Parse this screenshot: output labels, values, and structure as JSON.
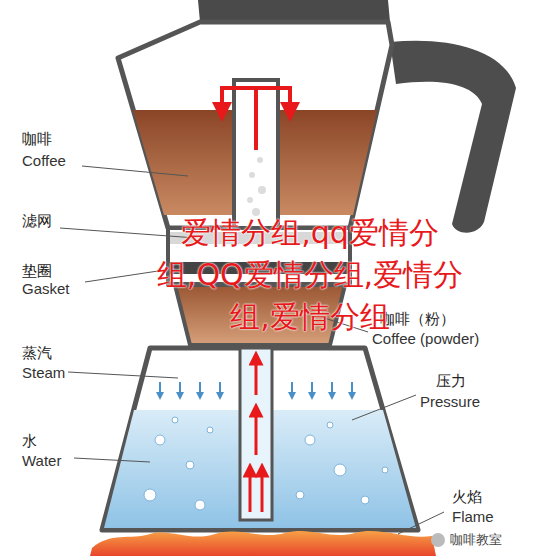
{
  "diagram": {
    "labels": [
      "咖啡",
      "Coffee",
      "滤网",
      "垫圈",
      "Gasket",
      "蒸汽",
      "Steam",
      "水",
      "Water",
      "咖啡（粉）",
      "Coffee (powder)",
      "压力",
      "Pressure",
      "火焰",
      "Flame",
      "咖啡教室",
      "爱情分组,qq爱情分组,QQ爱情分组,爱情分组,爱情分组"
    ]
  }
}
